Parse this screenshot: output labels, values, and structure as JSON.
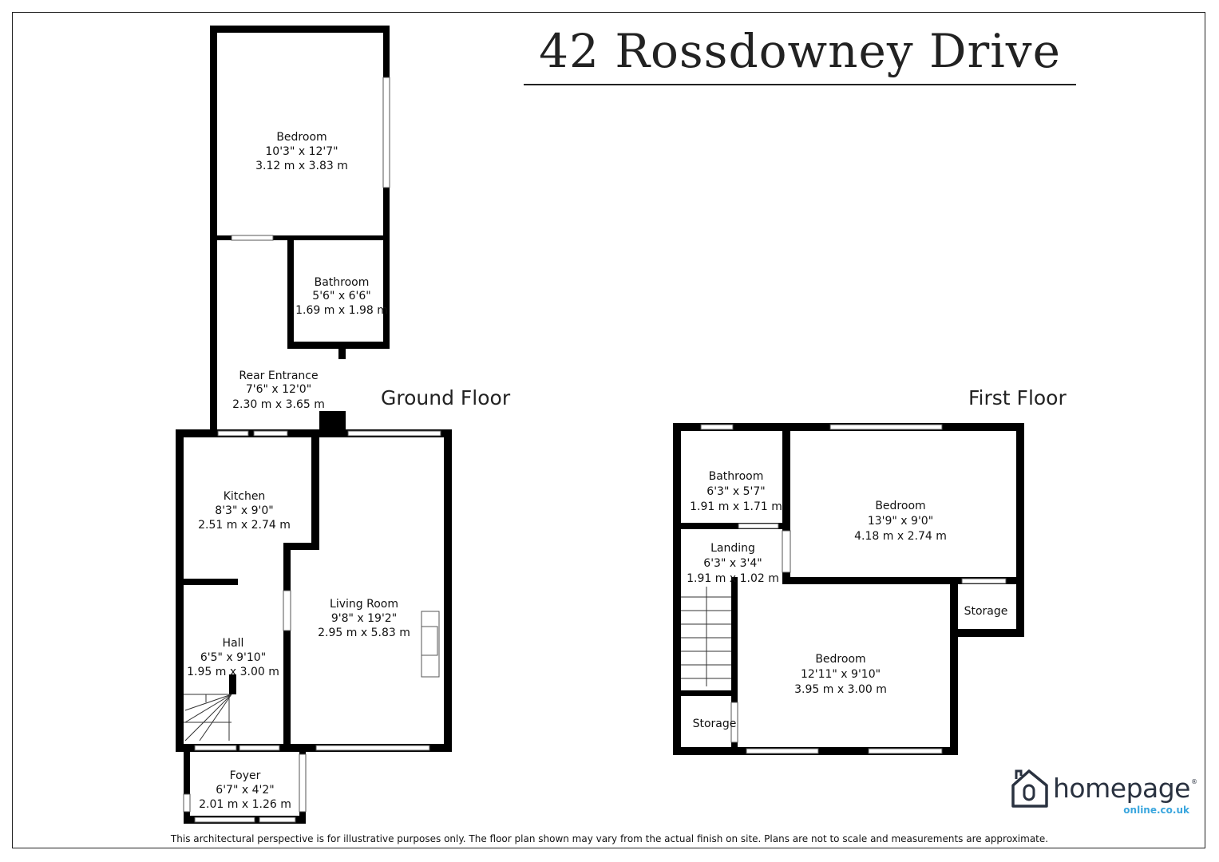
{
  "title": "42 Rossdowney Drive",
  "floors": {
    "ground": "Ground Floor",
    "first": "First Floor"
  },
  "rooms": {
    "g_bedroom": [
      "Bedroom",
      "10'3\" x 12'7\"",
      "3.12 m x 3.83 m"
    ],
    "g_bathroom": [
      "Bathroom",
      "5'6\" x 6'6\"",
      "1.69 m x 1.98 m"
    ],
    "g_rear": [
      "Rear Entrance",
      "7'6\" x 12'0\"",
      "2.30 m x 3.65 m"
    ],
    "g_kitchen": [
      "Kitchen",
      "8'3\" x 9'0\"",
      "2.51 m x 2.74 m"
    ],
    "g_living": [
      "Living Room",
      "9'8\" x 19'2\"",
      "2.95 m x 5.83 m"
    ],
    "g_hall": [
      "Hall",
      "6'5\" x 9'10\"",
      "1.95 m x 3.00 m"
    ],
    "g_foyer": [
      "Foyer",
      "6'7\" x 4'2\"",
      "2.01 m x 1.26 m"
    ],
    "f_bathroom": [
      "Bathroom",
      "6'3\" x 5'7\"",
      "1.91 m x 1.71 m"
    ],
    "f_bedroom1": [
      "Bedroom",
      "13'9\" x 9'0\"",
      "4.18 m x 2.74 m"
    ],
    "f_landing": [
      "Landing",
      "6'3\" x 3'4\"",
      "1.91 m x 1.02 m"
    ],
    "f_bedroom2": [
      "Bedroom",
      "12'11\" x 9'10\"",
      "3.95 m x 3.00 m"
    ],
    "f_storage1": [
      "Storage"
    ],
    "f_storage2": [
      "Storage"
    ]
  },
  "logo": {
    "brand": "homepage",
    "sub": "online.co.uk",
    "mark": "®"
  },
  "disclaimer": "This architectural perspective is for illustrative purposes only. The floor plan shown may vary from the actual finish on site. Plans are not to scale and measurements are approximate.",
  "colors": {
    "wall": "#000000",
    "logo_text": "#2a3240",
    "logo_accent": "#3aa6de"
  }
}
